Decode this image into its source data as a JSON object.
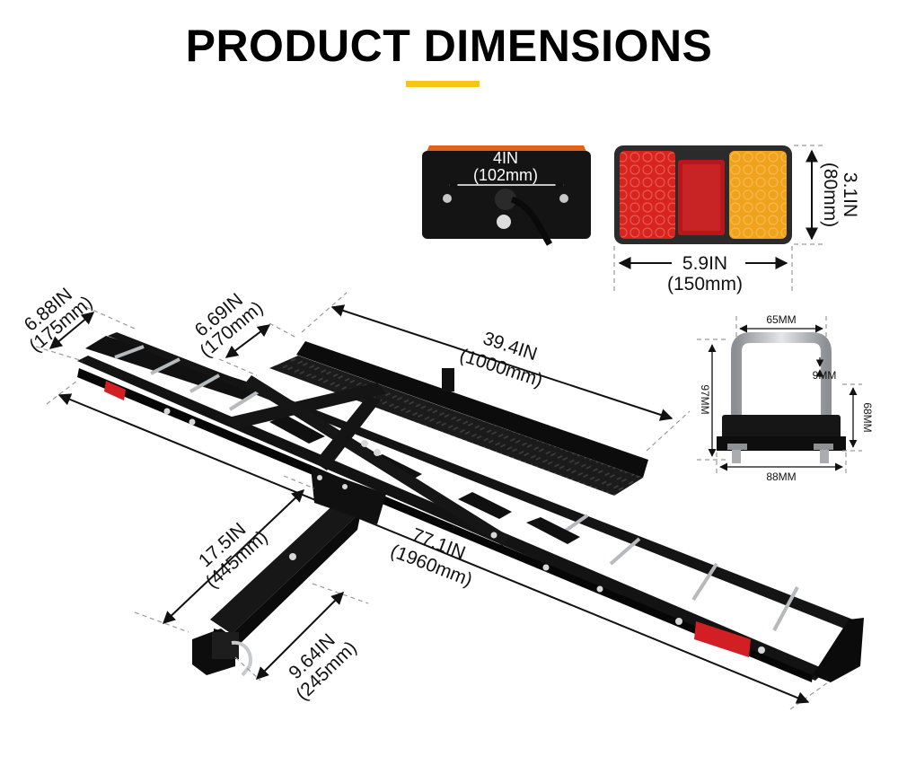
{
  "title": "PRODUCT DIMENSIONS",
  "colors": {
    "accent": "#f5c518",
    "frame": "#101010",
    "reflector": "#d21f24",
    "lens_red": "#d9231d",
    "lens_amber": "#f0a21a",
    "steel": "#b9bcc0"
  },
  "taillight_back": {
    "width_in": "4IN",
    "width_mm": "(102mm)"
  },
  "taillight_front": {
    "height_in": "3.1IN",
    "height_mm": "(80mm)",
    "width_in": "5.9IN",
    "width_mm": "(150mm)"
  },
  "ubolt": {
    "inner_width": "65MM",
    "gap": "9MM",
    "height": "97MM",
    "plate_height": "68MM",
    "plate_width": "88MM"
  },
  "carrier": {
    "end_width_in": "6.88IN",
    "end_width_mm": "(175mm)",
    "mid_width_in": "6.69IN",
    "mid_width_mm": "(170mm)",
    "ramp_in": "39.4IN",
    "ramp_mm": "(1000mm)",
    "length_in": "77.1IN",
    "length_mm": "(1960mm)",
    "arm_in": "17.5IN",
    "arm_mm": "(445mm)",
    "hitch_in": "9.64IN",
    "hitch_mm": "(245mm)"
  }
}
